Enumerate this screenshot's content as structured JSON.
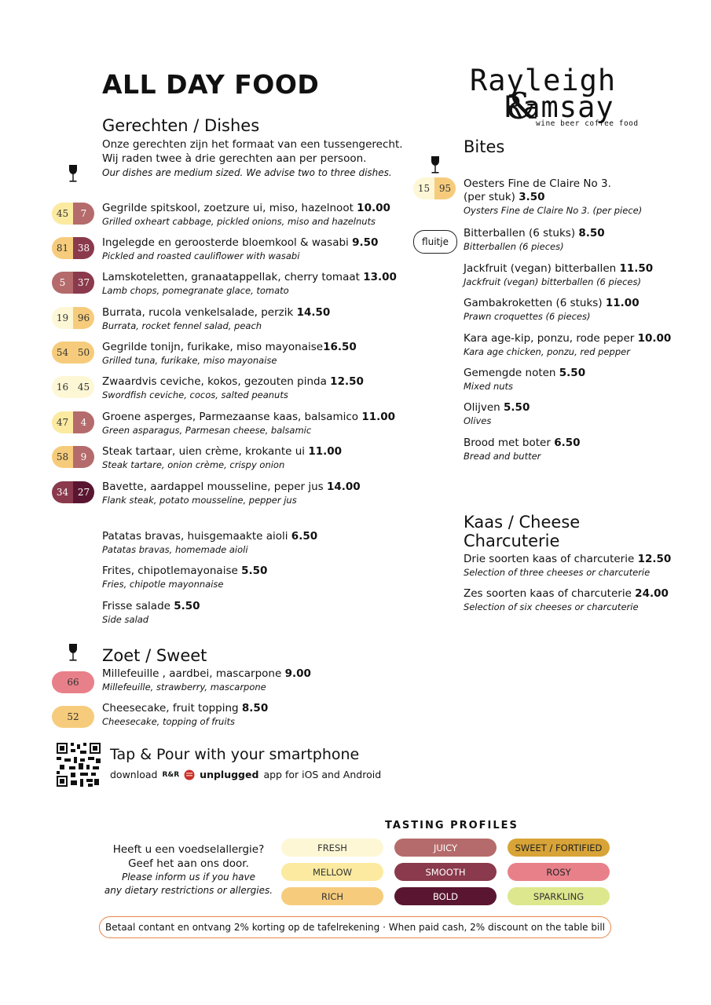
{
  "title": "ALL DAY FOOD",
  "logo": {
    "line1": "Rayleigh",
    "line2": "Ramsay",
    "ampersand": "&",
    "tagline": "wine beer coffee food"
  },
  "dishes": {
    "title": "Gerechten / Dishes",
    "intro_nl_1": "Onze gerechten zijn het formaat van een tussengerecht.",
    "intro_nl_2": "Wij raden twee à drie gerechten aan per persoon.",
    "intro_en": "Our dishes are medium sized.  We advise two to three dishes.",
    "items": [
      {
        "nl": "Gegrilde spitskool, zoetzure ui, miso, hazelnoot ",
        "price": "10.00",
        "en": "Grilled oxheart cabbage, pickled onions, miso and hazelnuts",
        "pairing": [
          "45",
          "7"
        ],
        "colors": [
          "#fbeaa0",
          "#b56b6b"
        ]
      },
      {
        "nl": "Ingelegde en geroosterde bloemkool & wasabi ",
        "price": "9.50",
        "en": "Pickled and roasted cauliflower with wasabi",
        "pairing": [
          "81",
          "38"
        ],
        "colors": [
          "#f6cc7c",
          "#8a3a4c"
        ]
      },
      {
        "nl": "Lamskoteletten, granaatappellak, cherry tomaat ",
        "price": "13.00",
        "en": "Lamb chops, pomegranate glace, tomato",
        "pairing": [
          "5",
          "37"
        ],
        "colors": [
          "#b56b6b",
          "#8a3a4c"
        ]
      },
      {
        "nl": "Burrata, rucola venkelsalade, perzik ",
        "price": "14.50",
        "en": "Burrata, rocket fennel salad, peach",
        "pairing": [
          "19",
          "96"
        ],
        "colors": [
          "#fdf7d6",
          "#f6cc7c"
        ]
      },
      {
        "nl": "Gegrilde tonijn, furikake, miso mayonaise",
        "price": "16.50",
        "en": "Grilled tuna, furikake, miso mayonaise",
        "pairing": [
          "54",
          "50"
        ],
        "colors": [
          "#f6cc7c",
          "#f6cc7c"
        ]
      },
      {
        "nl": "Zwaardvis ceviche, kokos, gezouten pinda ",
        "price": "12.50",
        "en": "Swordfish ceviche, cocos, salted peanuts",
        "pairing": [
          "16",
          "45"
        ],
        "colors": [
          "#fdf7d6",
          "#fdf7d6"
        ]
      },
      {
        "nl": "Groene asperges, Parmezaanse kaas, balsamico ",
        "price": "11.00",
        "en": "Green asparagus, Parmesan cheese, balsamic",
        "pairing": [
          "47",
          "4"
        ],
        "colors": [
          "#fbeaa0",
          "#b56b6b"
        ]
      },
      {
        "nl": "Steak tartaar, uien crème, krokante ui ",
        "price": "11.00",
        "en": "Steak tartare, onion crème, crispy onion",
        "pairing": [
          "58",
          "9"
        ],
        "colors": [
          "#f6cc7c",
          "#b56b6b"
        ]
      },
      {
        "nl": "Bavette, aardappel mousseline, peper jus ",
        "price": "14.00",
        "en": "Flank steak, potato mousseline, pepper jus",
        "pairing": [
          "34",
          "27"
        ],
        "colors": [
          "#8a3a4c",
          "#5a1630"
        ]
      }
    ],
    "sides": [
      {
        "nl": "Patatas bravas, huisgemaakte aioli ",
        "price": "6.50",
        "en": "Patatas bravas, homemade aioli"
      },
      {
        "nl": "Frites, chipotlemayonaise ",
        "price": "5.50",
        "en": "Fries, chipotle mayonnaise"
      },
      {
        "nl": "Frisse salade ",
        "price": "5.50",
        "en": "Side salad"
      }
    ]
  },
  "sweet": {
    "title": "Zoet / Sweet",
    "items": [
      {
        "nl": "Millefeuille , aardbei, mascarpone ",
        "price": "9.00",
        "en": "Millefeuille, strawberry, mascarpone",
        "pairing": "66",
        "color": "#e8808a"
      },
      {
        "nl": "Cheesecake, fruit topping ",
        "price": "8.50",
        "en": "Cheesecake, topping of fruits",
        "pairing": "52",
        "color": "#f6cc7c"
      }
    ]
  },
  "bites": {
    "title": "Bites",
    "items": [
      {
        "nl1": "Oesters Fine de Claire No 3.",
        "nl2": "(per stuk) ",
        "price": "3.50",
        "en": "Oysters Fine de Claire No 3. (per piece)"
      },
      {
        "nl": "Bitterballen (6 stuks) ",
        "price": "8.50",
        "en": "Bitterballen (6 pieces)"
      },
      {
        "nl": "Jackfruit (vegan) bitterballen ",
        "price": "11.50",
        "en": "Jackfruit (vegan) bitterballen (6 pieces)"
      },
      {
        "nl": "Gambakroketten (6 stuks) ",
        "price": "11.00",
        "en": "Prawn croquettes (6 pieces)"
      },
      {
        "nl": "Kara age-kip, ponzu, rode peper ",
        "price": "10.00",
        "en": "Kara age chicken, ponzu, red pepper"
      },
      {
        "nl": "Gemengde noten ",
        "price": "5.50",
        "en": "Mixed nuts"
      },
      {
        "nl": "Olijven ",
        "price": "5.50",
        "en": "Olives"
      },
      {
        "nl": "Brood met boter ",
        "price": "6.50",
        "en": "Bread and butter"
      }
    ],
    "oyster_pairing": [
      "15",
      "95"
    ],
    "oyster_colors": [
      "#fdf7d6",
      "#f6cc7c"
    ],
    "fluitje": "fluitje"
  },
  "cheese": {
    "title1": "Kaas / Cheese",
    "title2": "Charcuterie",
    "items": [
      {
        "nl": "Drie soorten kaas of charcuterie ",
        "price": "12.50",
        "en": "Selection of three cheeses or charcuterie"
      },
      {
        "nl": "Zes soorten kaas of charcuterie ",
        "price": "24.00",
        "en": "Selection of six cheeses or charcuterie"
      }
    ]
  },
  "tap": {
    "title": "Tap & Pour with your smartphone",
    "sub_pre": "download",
    "brand_mark": "R&R",
    "brand": "unplugged",
    "sub_post": "app for iOS and Android"
  },
  "tasting": {
    "title": "TASTING PROFILES",
    "profiles": [
      {
        "label": "FRESH",
        "color": "#fdf7d6",
        "text": "#333333"
      },
      {
        "label": "JUICY",
        "color": "#b56b6b",
        "text": "#ffffff"
      },
      {
        "label": "SWEET / FORTIFIED",
        "color": "#d8a437",
        "text": "#222222"
      },
      {
        "label": "MELLOW",
        "color": "#fbeaa0",
        "text": "#333333"
      },
      {
        "label": "SMOOTH",
        "color": "#8a3a4c",
        "text": "#ffffff"
      },
      {
        "label": "ROSY",
        "color": "#e8808a",
        "text": "#222222"
      },
      {
        "label": "RICH",
        "color": "#f6cc7c",
        "text": "#333333"
      },
      {
        "label": "BOLD",
        "color": "#5a1630",
        "text": "#ffffff"
      },
      {
        "label": "SPARKLING",
        "color": "#dde78e",
        "text": "#333333"
      }
    ]
  },
  "allergy": {
    "nl1": "Heeft u een voedselallergie?",
    "nl2": "Geef het aan ons door.",
    "en1": "Please inform us if you have",
    "en2": "any dietary restrictions or allergies."
  },
  "footer": "Betaal contant en ontvang 2% korting op de tafelrekening · When paid cash, 2% discount on the table bill"
}
